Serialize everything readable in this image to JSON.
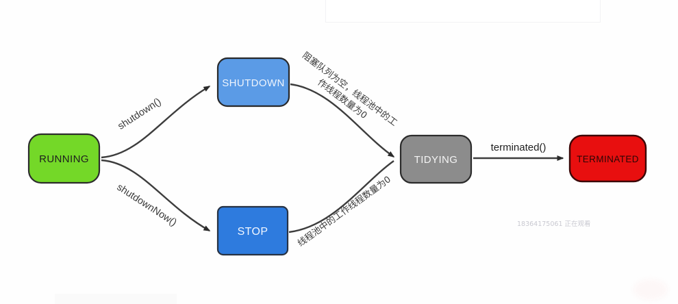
{
  "diagram": {
    "subject": "thread-pool state transition diagram",
    "nodes": {
      "running": {
        "label": "RUNNING",
        "fill": "#74d828",
        "stroke": "#2c2c2c",
        "text_color": "#1e1e1e"
      },
      "shutdown": {
        "label": "SHUTDOWN",
        "fill": "#5b9be6",
        "stroke": "#28292b",
        "text_color": "#eef4fd"
      },
      "stop": {
        "label": "STOP",
        "fill": "#2e7bde",
        "stroke": "#273243",
        "text_color": "#f2f7ff"
      },
      "tidying": {
        "label": "TIDYING",
        "fill": "#8c8c8c",
        "stroke": "#2b2b2b",
        "text_color": "#f4f4f4"
      },
      "terminated": {
        "label": "TERMINATED",
        "fill": "#e80f0f",
        "stroke": "#3c0707",
        "text_color": "#2a0606"
      }
    },
    "edges": {
      "running_to_shutdown": {
        "label": "shutdown()"
      },
      "running_to_stop": {
        "label": "shutdownNow()"
      },
      "shutdown_to_tidying": {
        "label_line1": "阻塞队列为空，线程池中的工",
        "label_line2": "作线程数量为0"
      },
      "stop_to_tidying": {
        "label": "线程池中的工作线程数量为0"
      },
      "tidying_to_terminated": {
        "label": "terminated()"
      }
    },
    "edge_style": {
      "stroke": "#3d3d3d",
      "arrow_fill": "#2b2b2b",
      "label_color": "#3a3a3a"
    }
  },
  "watermark": {
    "text": "18364175061 正在观看",
    "color": "#c9c9d1"
  }
}
